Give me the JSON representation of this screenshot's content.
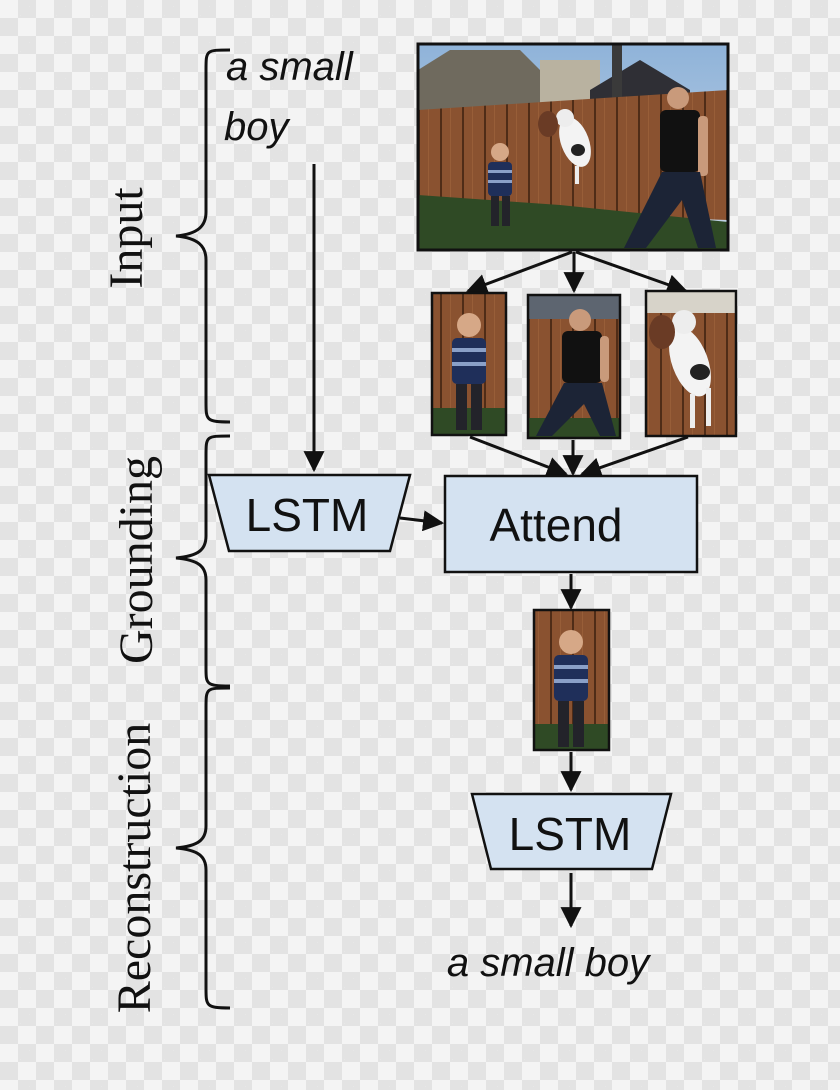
{
  "sections": {
    "input": "Input",
    "grounding": "Grounding",
    "reconstruction": "Reconstruction"
  },
  "input_phrase": {
    "line1": "a small",
    "line2": "boy"
  },
  "encoder_label": "LSTM",
  "attend_label": "Attend",
  "decoder_label": "LSTM",
  "output_phrase": "a small boy",
  "colors": {
    "box_fill": "#d4e2f1",
    "stroke": "#111111"
  }
}
